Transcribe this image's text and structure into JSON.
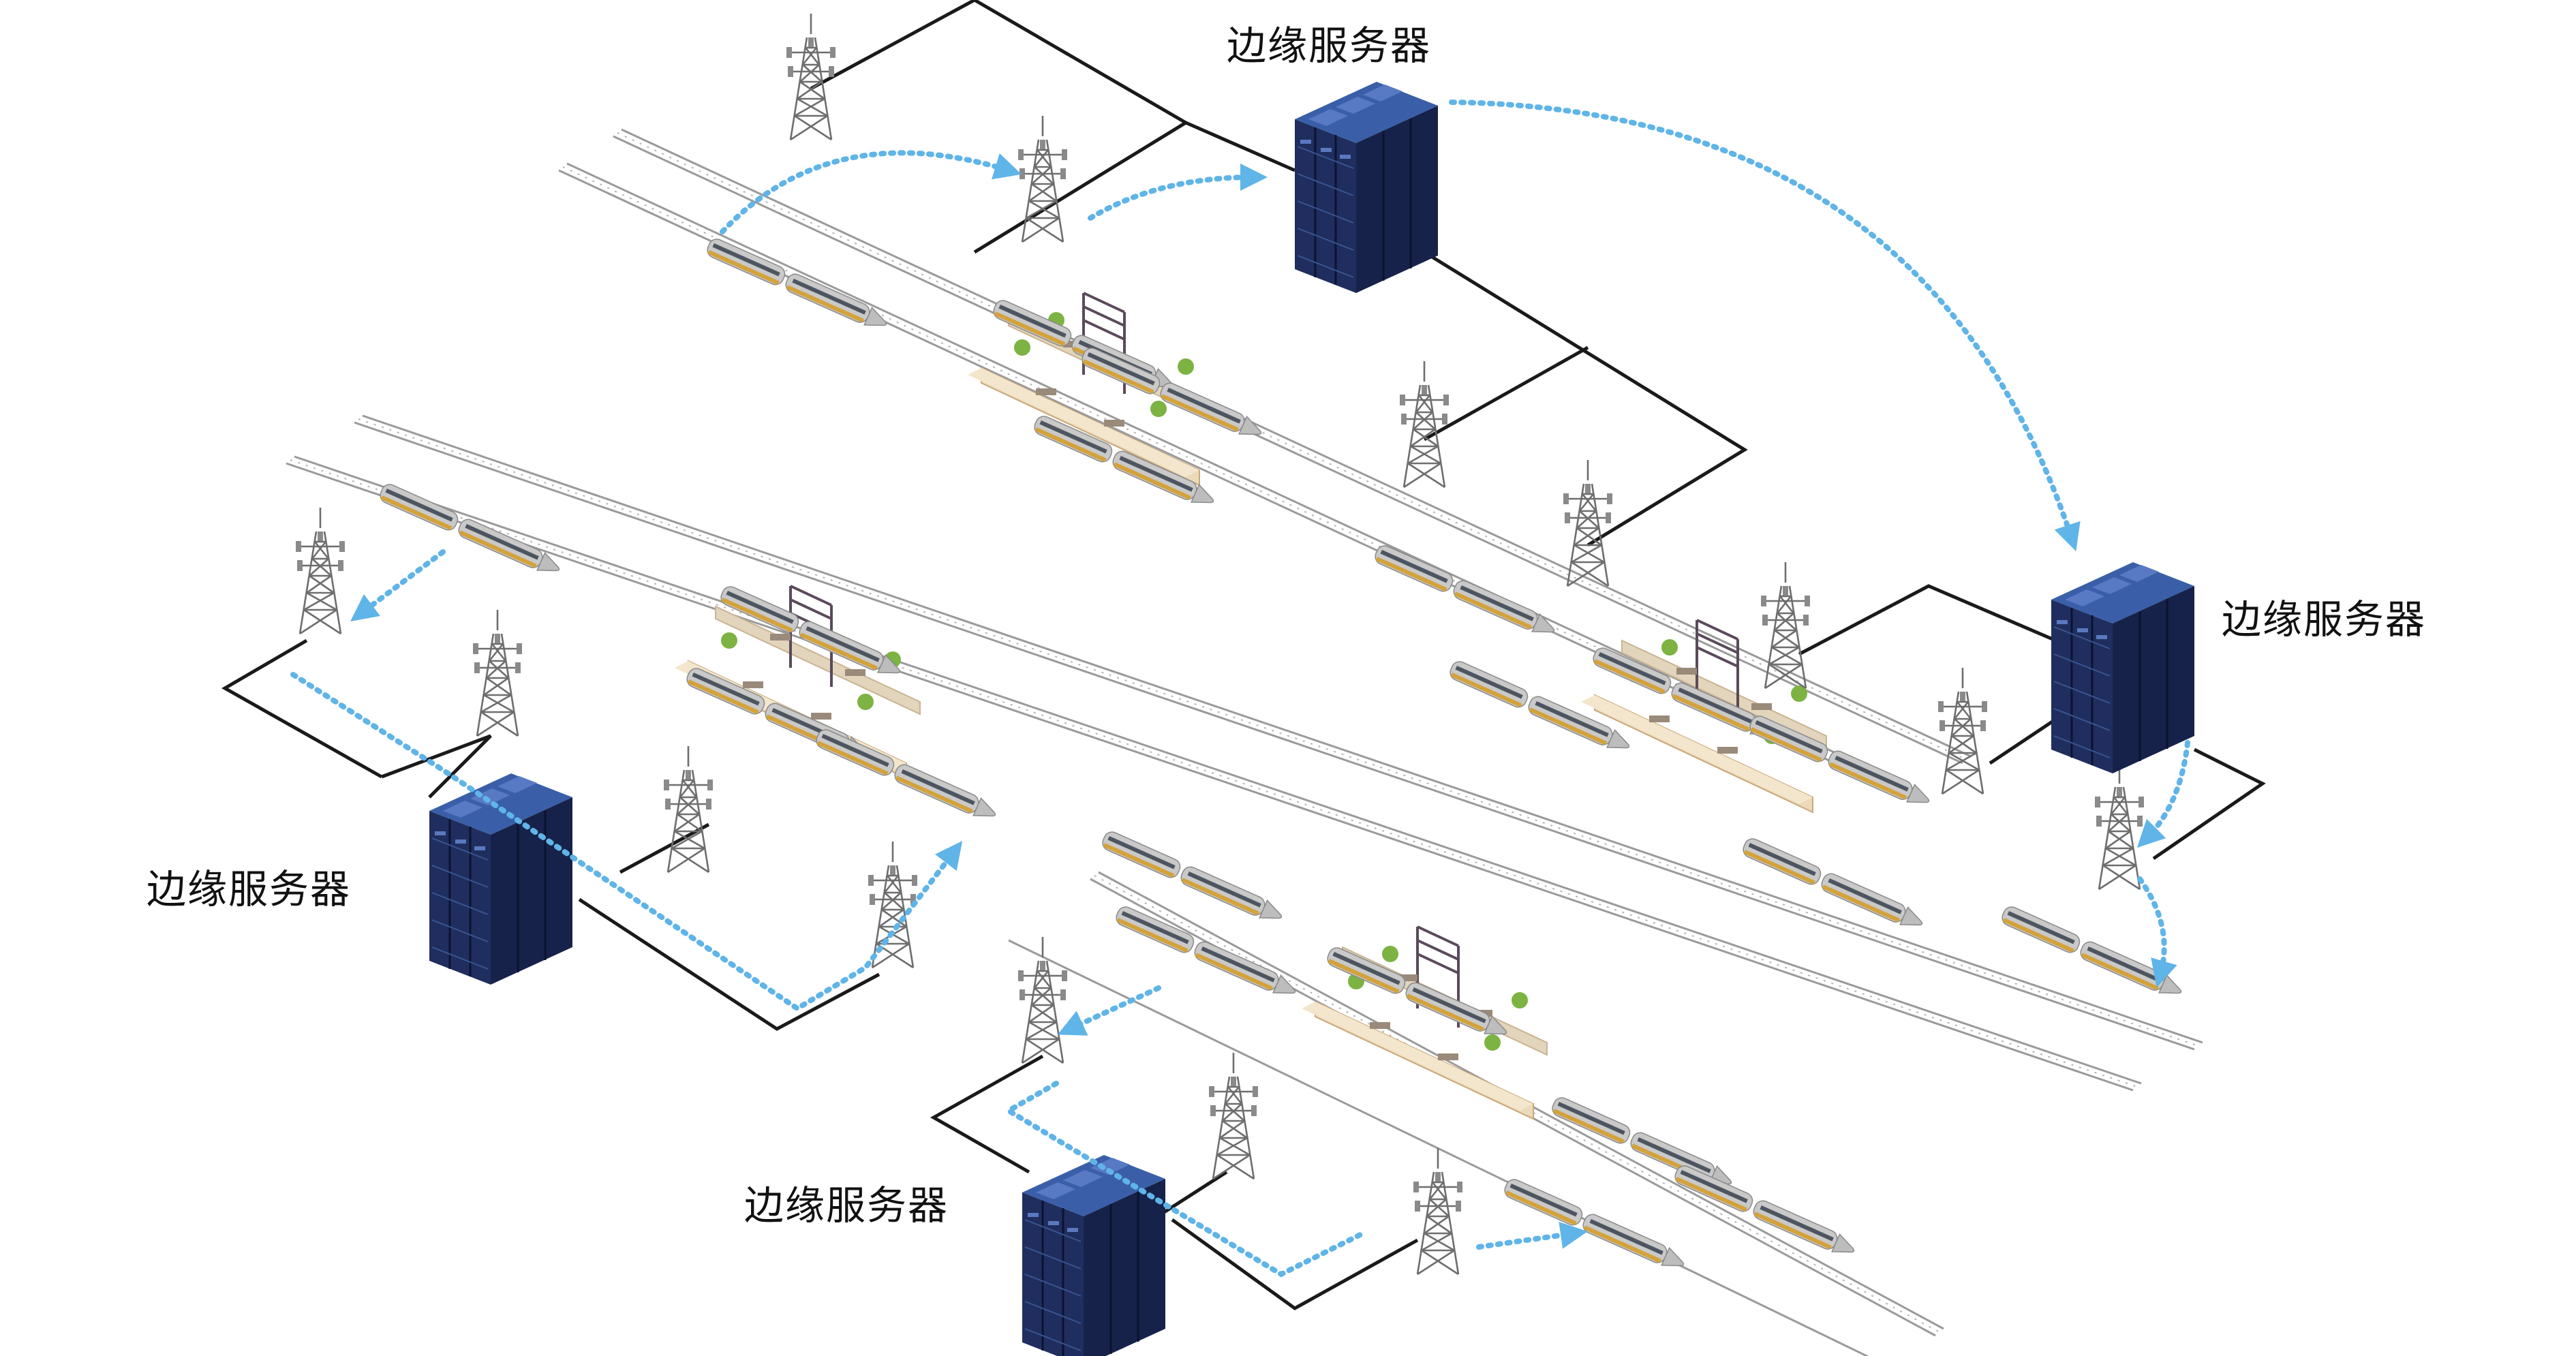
{
  "labels": {
    "server_top": "边缘服务器",
    "server_right": "边缘服务器",
    "server_left": "边缘服务器",
    "server_bottom": "边缘服务器"
  },
  "colors": {
    "wire": "#1a1a1a",
    "data_flow": "#5fb4e8",
    "server_body": "#1f2e5e",
    "server_top": "#2c4c8a",
    "tower": "#6e6e6e",
    "track": "#9a9a9a",
    "train_body": "#c9c9c9",
    "train_stripe": "#d4a23a",
    "platform": "#ecd9b8",
    "tree": "#7cb342"
  },
  "icons": {
    "server": "edge-server-rack-icon",
    "tower": "cell-tower-icon",
    "train": "high-speed-train-icon",
    "station": "railway-station-platform-icon"
  }
}
